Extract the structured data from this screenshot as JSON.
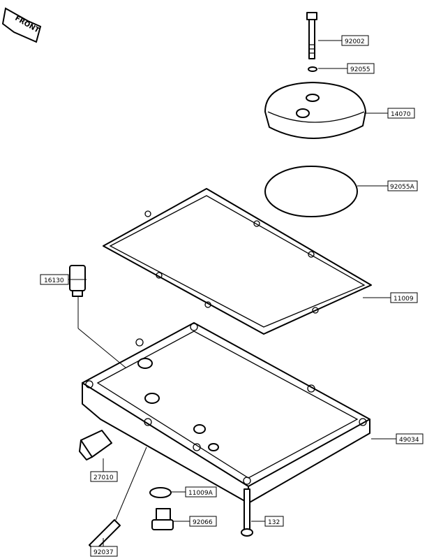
{
  "front_label": "FRONT",
  "callouts": [
    {
      "id": "92002",
      "label": "92002"
    },
    {
      "id": "92055",
      "label": "92055"
    },
    {
      "id": "14070",
      "label": "14070"
    },
    {
      "id": "92055A",
      "label": "92055A"
    },
    {
      "id": "16130",
      "label": "16130"
    },
    {
      "id": "11009",
      "label": "11009"
    },
    {
      "id": "49034",
      "label": "49034"
    },
    {
      "id": "27010",
      "label": "27010"
    },
    {
      "id": "11009A",
      "label": "11009A"
    },
    {
      "id": "92066",
      "label": "92066"
    },
    {
      "id": "132",
      "label": "132"
    },
    {
      "id": "92037",
      "label": "92037"
    }
  ]
}
